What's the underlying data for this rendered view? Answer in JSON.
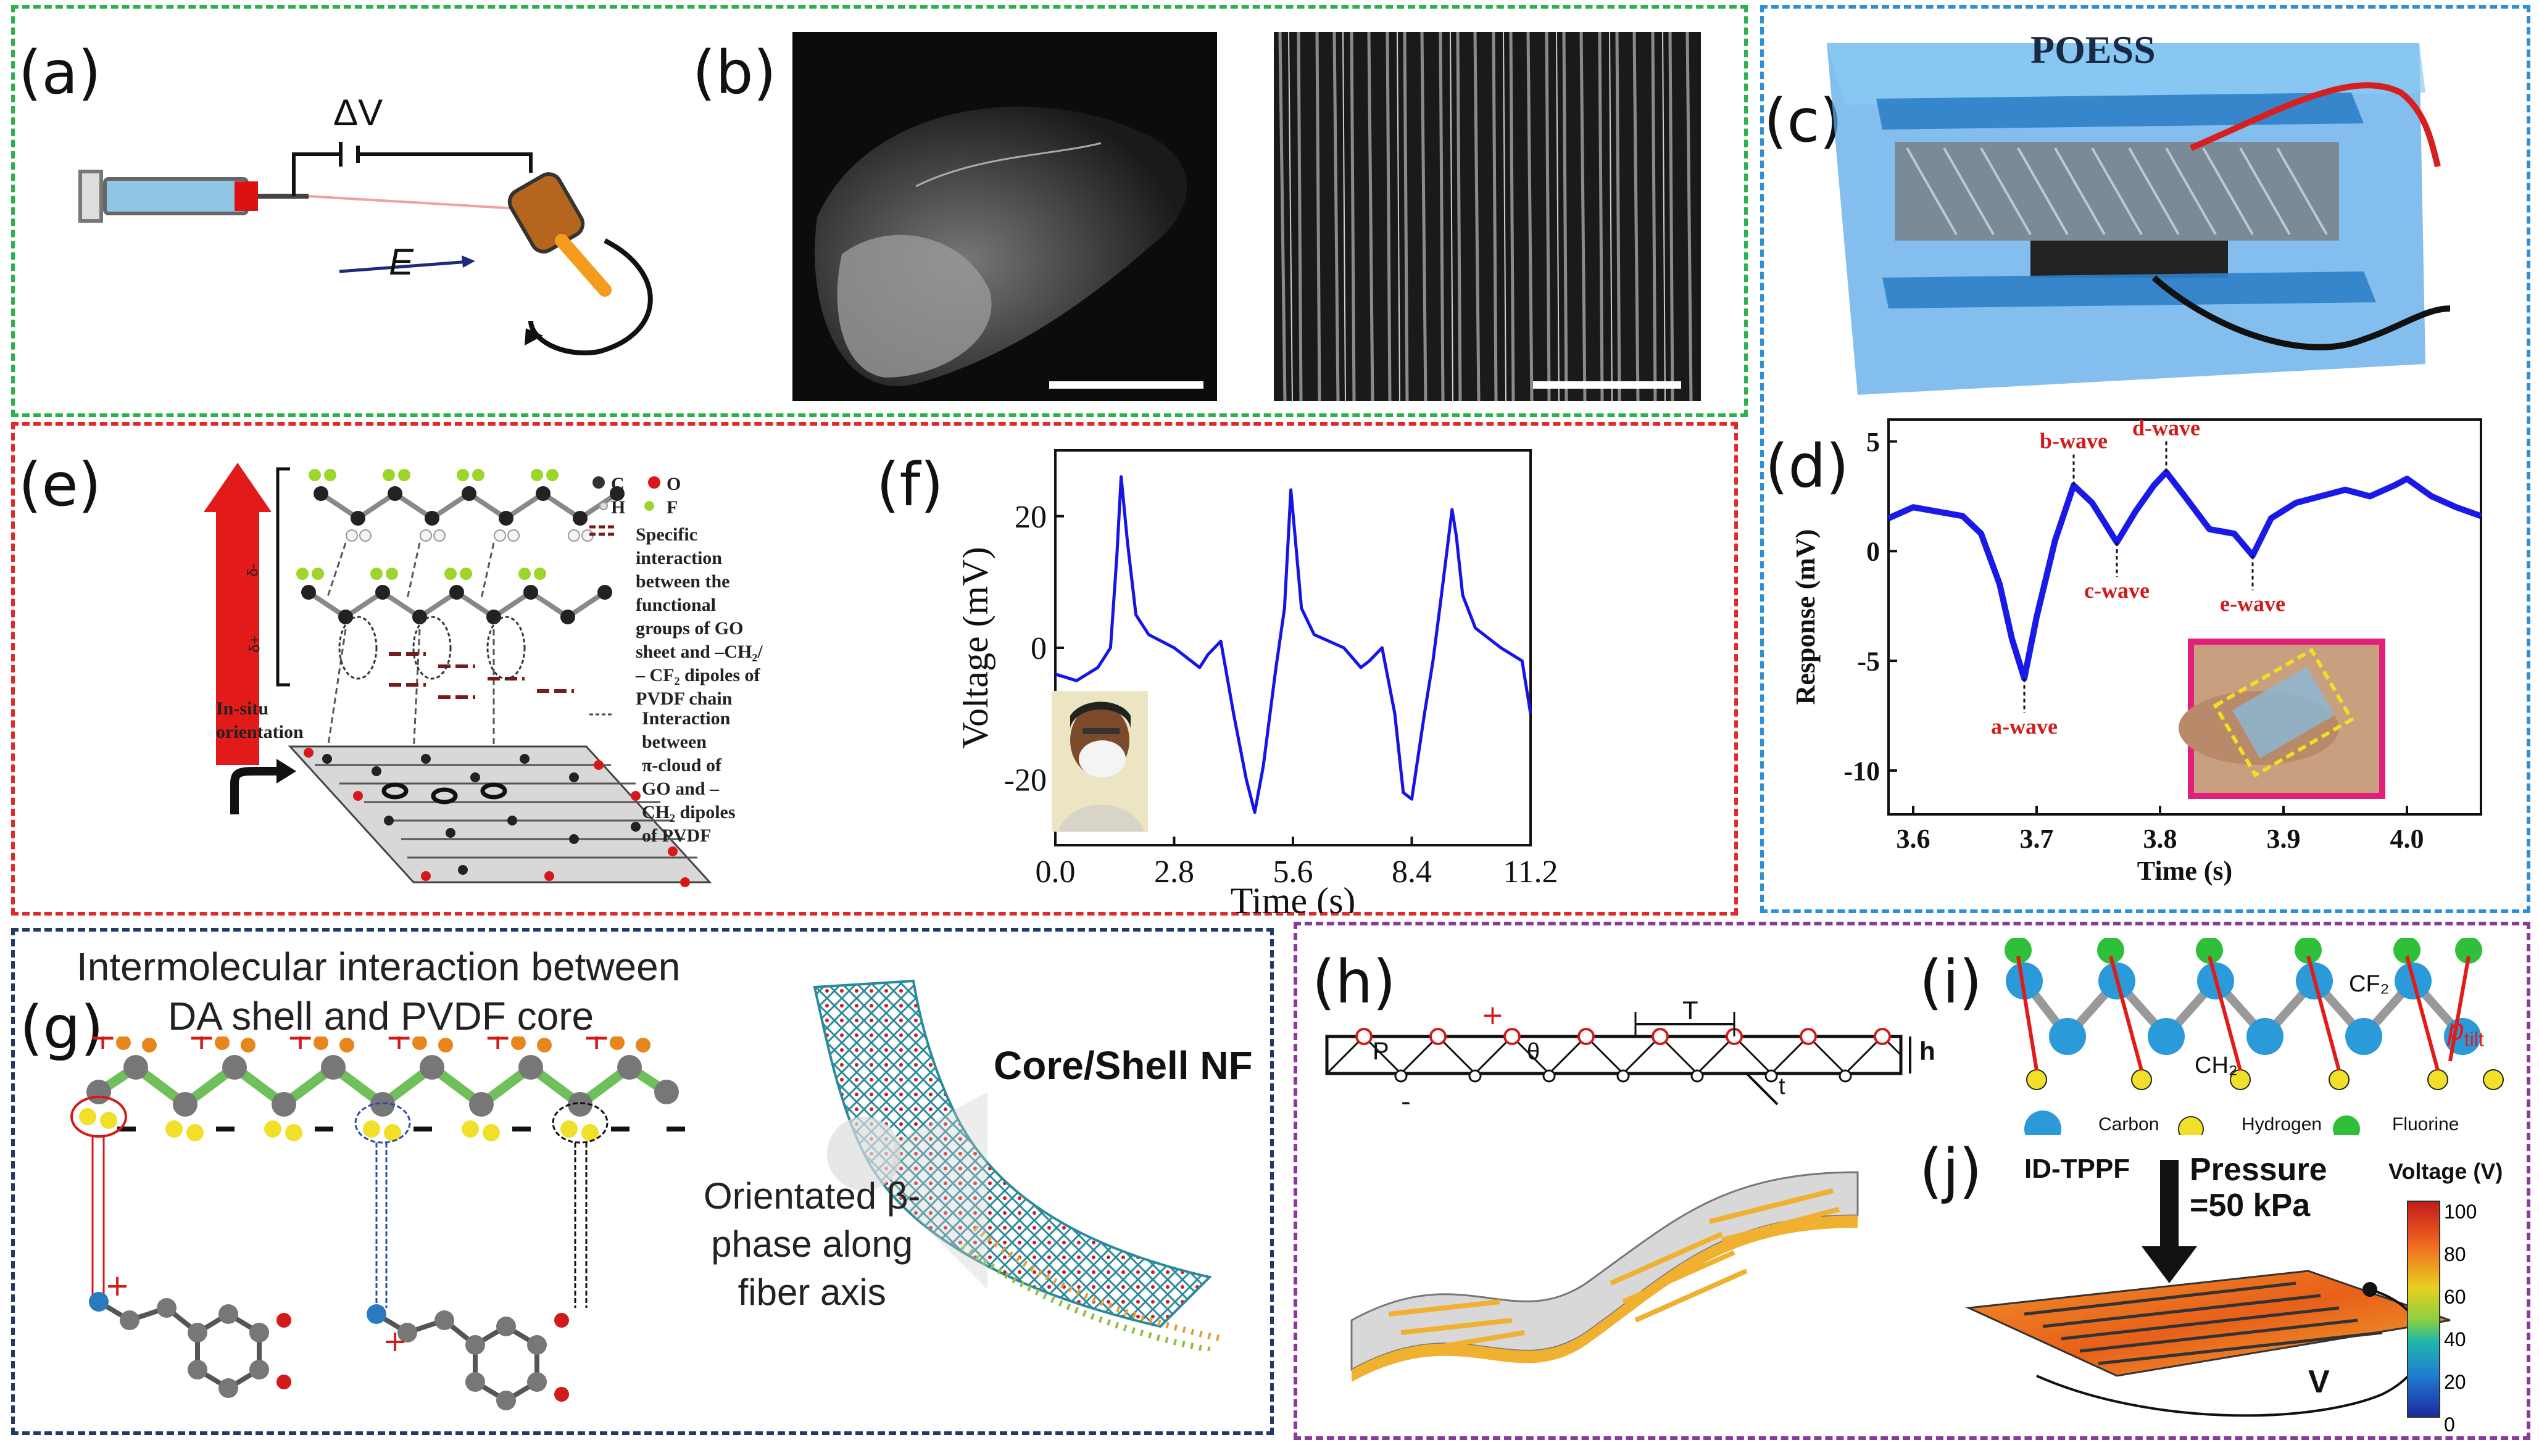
{
  "panels": {
    "a": {
      "label": "(a)",
      "voltage": "ΔV",
      "field": "E"
    },
    "b": {
      "label": "(b)"
    },
    "c": {
      "label": "(c)",
      "title": "POESS"
    },
    "d": {
      "label": "(d)",
      "waves": [
        "a-wave",
        "b-wave",
        "c-wave",
        "d-wave",
        "e-wave"
      ]
    },
    "e": {
      "label": "(e)",
      "legend": {
        "c": "C",
        "o": "O",
        "h": "H",
        "f": "F",
        "specific": [
          "Specific",
          "interaction",
          "between the",
          "functional",
          "groups of GO",
          "sheet  and –CH₂/",
          "– CF₂ dipoles of",
          "PVDF chain"
        ],
        "pi": [
          "Interaction",
          "between",
          "π-cloud of",
          "GO and –",
          "CH₂ dipoles",
          "of PVDF"
        ]
      },
      "insitu": [
        "In-situ",
        "orientation"
      ],
      "delta_minus": "δ-",
      "delta_plus": "δ+"
    },
    "f": {
      "label": "(f)"
    },
    "g": {
      "label": "(g)",
      "title_line1": "Intermolecular interaction between",
      "title_line2": "DA shell and PVDF core",
      "nf_label": "Core/Shell NF",
      "orient": [
        "Orientated β-",
        "phase along",
        "fiber axis"
      ]
    },
    "h": {
      "label": "(h)",
      "T": "T",
      "h": "h",
      "P": "P",
      "theta": "θ",
      "t": "t"
    },
    "i": {
      "label": "(i)",
      "cf2": "CF₂",
      "ch2": "CH₂",
      "ptilt": "p",
      "ptilt_sub": "tilt",
      "legend": [
        "Carbon",
        "Hydrogen",
        "Fluorine"
      ]
    },
    "j": {
      "label": "(j)",
      "device": "ID-TPPF",
      "pressure1": "Pressure",
      "pressure2": "=50 kPa",
      "colorbar_title": "Voltage (V)",
      "colorbar_ticks": [
        "100",
        "80",
        "60",
        "40",
        "20",
        "0"
      ],
      "v": "V"
    }
  },
  "chart_data": [
    {
      "type": "line",
      "panel": "f",
      "xlabel": "Time (s)",
      "ylabel": "Voltage (mV)",
      "xlim": [
        0,
        11.2
      ],
      "ylim": [
        -30,
        30
      ],
      "xticks": [
        "0.0",
        "2.8",
        "5.6",
        "8.4",
        "11.2"
      ],
      "yticks": [
        "20",
        "0",
        "-20"
      ],
      "line_color": "#1515e6",
      "series": [
        {
          "x": [
            0.0,
            0.5,
            1.0,
            1.3,
            1.45,
            1.55,
            1.7,
            1.9,
            2.2,
            2.8,
            3.4,
            3.6,
            3.9,
            4.2,
            4.5,
            4.7,
            4.9,
            5.2,
            5.4,
            5.55,
            5.65,
            5.8,
            6.1,
            6.8,
            7.2,
            7.4,
            7.7,
            8.0,
            8.2,
            8.4,
            8.7,
            8.9,
            9.1,
            9.35,
            9.45,
            9.6,
            9.9,
            10.5,
            11.0,
            11.2
          ],
          "y": [
            -4,
            -5,
            -3,
            0,
            14,
            26,
            16,
            5,
            2,
            0,
            -3,
            -1,
            1,
            -10,
            -20,
            -25,
            -18,
            -3,
            6,
            24,
            17,
            6,
            2,
            0,
            -3,
            -2,
            0,
            -10,
            -22,
            -23,
            -10,
            -2,
            8,
            21,
            17,
            8,
            3,
            0,
            -2,
            -10
          ]
        }
      ]
    },
    {
      "type": "line",
      "panel": "d",
      "xlabel": "Time (s)",
      "ylabel": "Response (mV)",
      "xlim": [
        3.58,
        4.06
      ],
      "ylim": [
        -12,
        6
      ],
      "xticks": [
        "3.6",
        "3.7",
        "3.8",
        "3.9",
        "4.0"
      ],
      "yticks": [
        "5",
        "0",
        "-5",
        "-10"
      ],
      "line_color": "#1a1ae8",
      "series": [
        {
          "x": [
            3.58,
            3.6,
            3.62,
            3.64,
            3.655,
            3.67,
            3.68,
            3.69,
            3.7,
            3.715,
            3.73,
            3.745,
            3.765,
            3.78,
            3.795,
            3.805,
            3.82,
            3.84,
            3.86,
            3.875,
            3.89,
            3.91,
            3.93,
            3.95,
            3.97,
            3.99,
            4.0,
            4.02,
            4.04,
            4.06
          ],
          "y": [
            1.5,
            2.0,
            1.8,
            1.6,
            0.8,
            -1.5,
            -4.0,
            -5.8,
            -3.0,
            0.5,
            3.0,
            2.2,
            0.4,
            1.8,
            3.0,
            3.6,
            2.5,
            1.0,
            0.8,
            -0.2,
            1.5,
            2.2,
            2.5,
            2.8,
            2.5,
            3.0,
            3.3,
            2.5,
            2.0,
            1.6
          ]
        }
      ]
    }
  ]
}
